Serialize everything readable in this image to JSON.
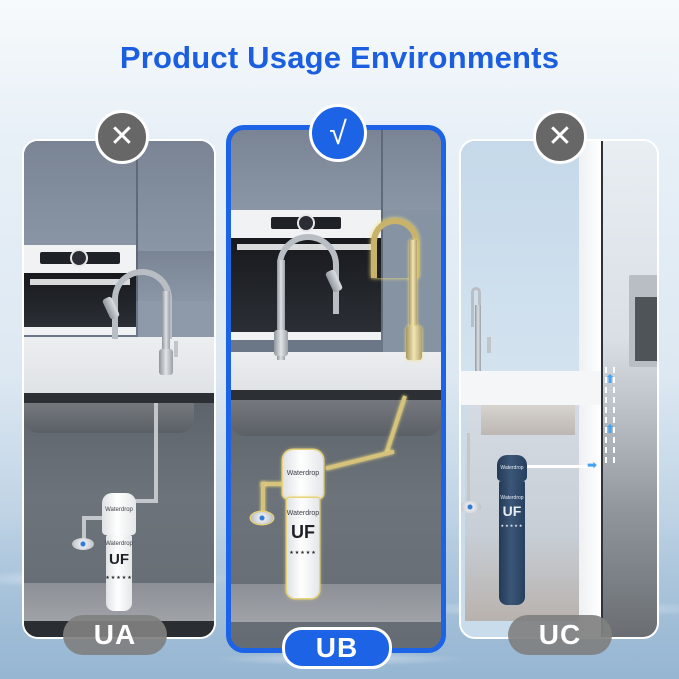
{
  "page": {
    "title": "Product Usage Environments",
    "accent_color": "#1c63e6",
    "muted_color": "#676767"
  },
  "environments": [
    {
      "id": "UA",
      "label": "UA",
      "status": "not-recommended",
      "status_icon": "x-icon",
      "status_glyph": "✕",
      "scene": "kitchen sink with pull-down faucet; filter plumbed to main faucet cold line",
      "filter": {
        "brand": "Waterdrop",
        "type": "UF",
        "color": "white"
      }
    },
    {
      "id": "UB",
      "label": "UB",
      "status": "recommended",
      "status_icon": "check-icon",
      "status_glyph": "√",
      "scene": "kitchen sink with dedicated drinking faucet; filter plumbed to dedicated faucet (highlighted gold)",
      "filter": {
        "brand": "Waterdrop",
        "type": "UF",
        "color": "white"
      }
    },
    {
      "id": "UC",
      "label": "UC",
      "status": "not-recommended",
      "status_icon": "x-icon",
      "status_glyph": "✕",
      "scene": "under-sink filter feeding refrigerator water dispenser",
      "filter": {
        "brand": "Waterdrop",
        "type": "UF",
        "color": "navy"
      }
    }
  ],
  "filter_text": {
    "brand": "Waterdrop",
    "type": "UF",
    "stars": "★★★★★"
  }
}
